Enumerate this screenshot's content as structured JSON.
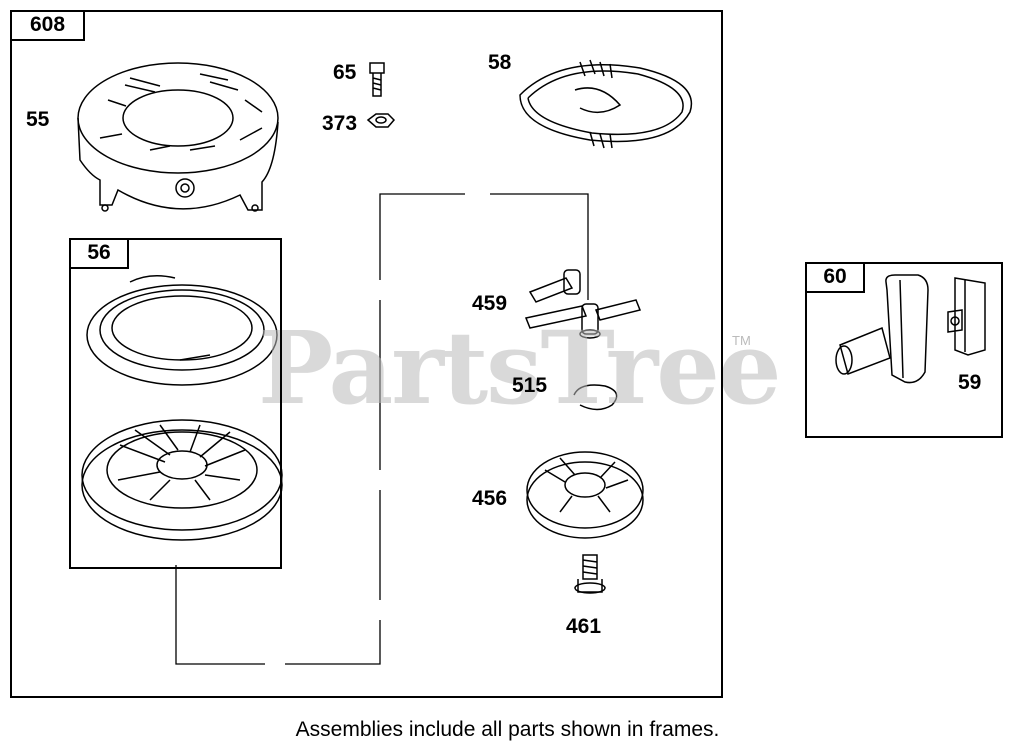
{
  "frames": {
    "main": "608",
    "starter": "56",
    "side": "60"
  },
  "labels": {
    "p55": "55",
    "p65": "65",
    "p373": "373",
    "p58": "58",
    "p459": "459",
    "p515": "515",
    "p456": "456",
    "p461": "461",
    "p59": "59"
  },
  "watermark": {
    "text": "PartsTree",
    "trademark": "TM"
  },
  "footnote": "Assemblies include all parts shown in frames."
}
